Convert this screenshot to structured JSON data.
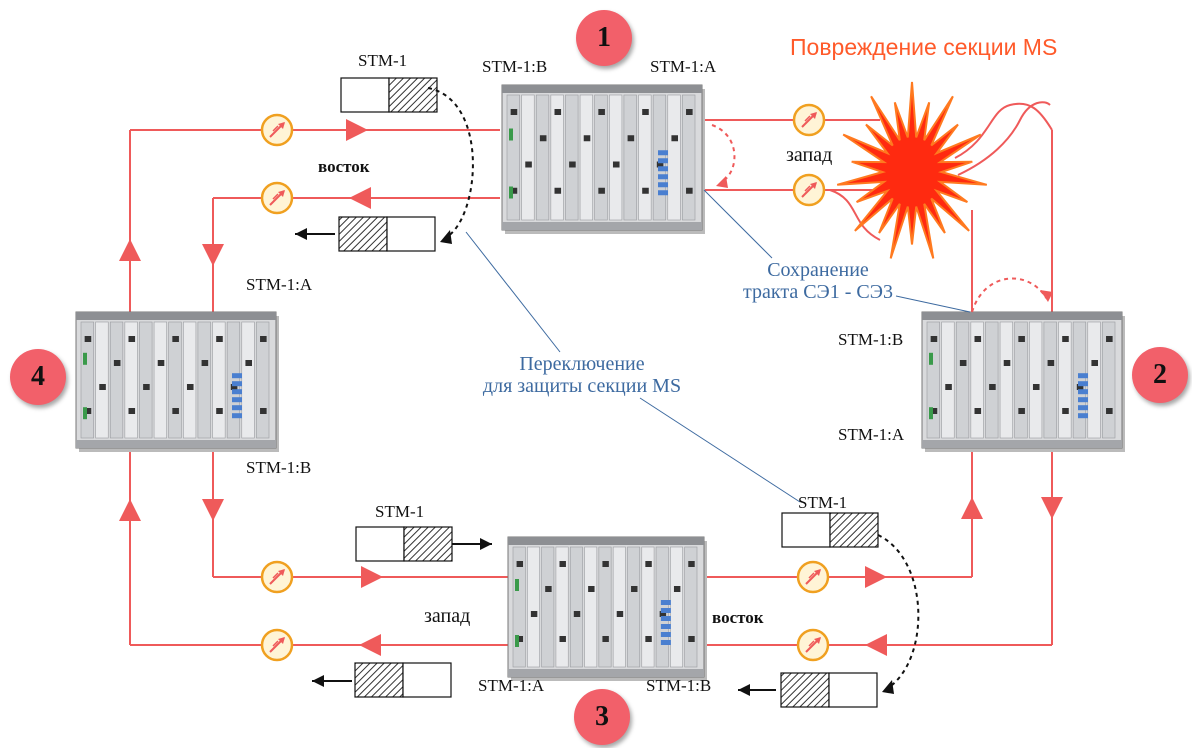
{
  "title": "Повреждение секции MS",
  "nodes": [
    {
      "num": "1",
      "port_left": "STM-1:B",
      "port_right": "STM-1:A",
      "dir_left": "восток",
      "dir_right": "запад"
    },
    {
      "num": "2",
      "port_top": "STM-1:B",
      "port_bottom": "STM-1:A"
    },
    {
      "num": "3",
      "port_left": "STM-1:A",
      "port_right": "STM-1:B",
      "dir_left": "запад",
      "dir_right": "восток"
    },
    {
      "num": "4",
      "port_top": "STM-1:A",
      "port_bottom": "STM-1:B"
    }
  ],
  "frame_label": "STM-1",
  "notes": {
    "preserve_line1": "Сохранение",
    "preserve_line2": "тракта СЭ1 - СЭ3",
    "switch_line1": "Переключение",
    "switch_line2": "для защиты секции MS"
  },
  "colors": {
    "ring": "#ef5a5a",
    "badge": "#f2606a",
    "note": "#3d6aa0",
    "title": "#ff5a2a",
    "attenuator": "#f0a020"
  }
}
